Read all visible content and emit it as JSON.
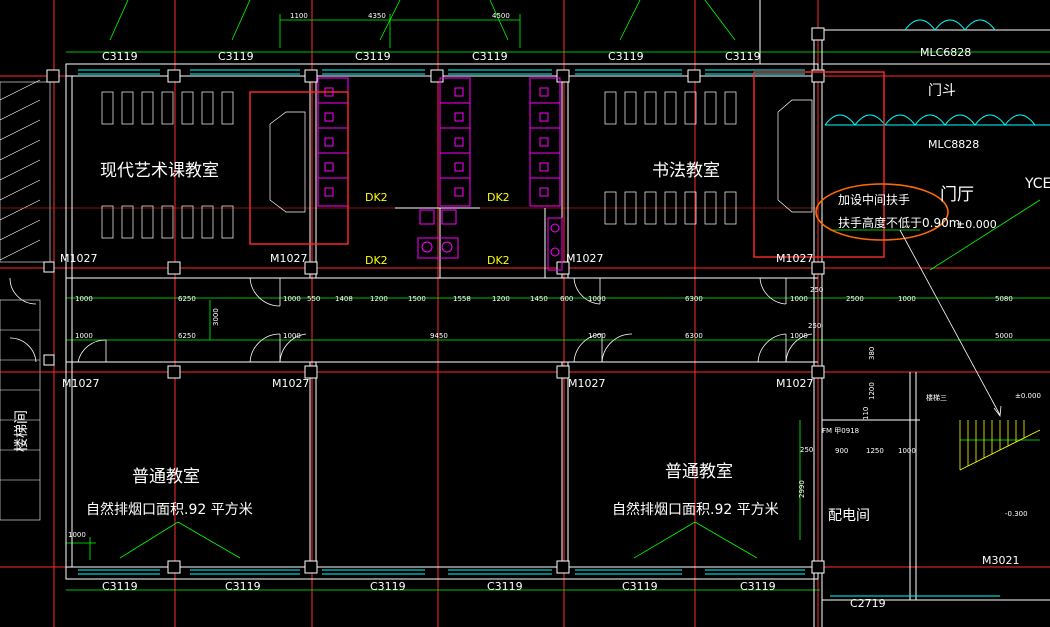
{
  "colors": {
    "background": "#000000",
    "wall": "#ffffff",
    "axis": "#ff2a2a",
    "dimension": "#00ff00",
    "window": "#00ffff",
    "fixture": "#ff00ff",
    "tag": "#ffff00",
    "markup": "#ff6a00"
  },
  "rooms": {
    "art": "现代艺术课教室",
    "calligraphy": "书法教室",
    "classroom_left": "普通教室",
    "classroom_right": "普通教室",
    "smoke_left": "自然排烟口面积.92  平方米",
    "smoke_right": "自然排烟口面积.92  平方米",
    "hall": "门厅",
    "power": "配电间",
    "stair": "楼梯间"
  },
  "windows": {
    "top": [
      "C3119",
      "C3119",
      "C3119",
      "C3119",
      "C3119",
      "C3119"
    ],
    "bottom": [
      "C3119",
      "C3119",
      "C3119",
      "C3119",
      "C3119",
      "C3119"
    ],
    "c2719": "C2719",
    "mlc6828": "MLC6828",
    "mlc8828": "MLC8828",
    "door_mark": "门斗",
    "yc": "YCE"
  },
  "doors": {
    "m1027": "M1027",
    "m3021": "M3021",
    "dk2": "DK2",
    "fm": "FM 甲0918"
  },
  "dimensions": {
    "top": [
      "1100",
      "4350",
      "4500"
    ],
    "row1": [
      "1000",
      "6250",
      "1000",
      "550",
      "1408",
      "1200",
      "1500",
      "1558",
      "1200",
      "1450",
      "600",
      "1000",
      "6300",
      "1000",
      "2500",
      "1000",
      "5080"
    ],
    "row2": [
      "1000",
      "6250",
      "1000",
      "9450",
      "1000",
      "6300",
      "1000",
      "250",
      "5000"
    ],
    "misc": [
      "3000",
      "250",
      "1000",
      "900",
      "1250",
      "1000",
      "2990",
      "250",
      "110",
      "1200",
      "380"
    ],
    "elevation": [
      "±0.000",
      "±0.000",
      "-0.300"
    ],
    "stair_label": "楼梯三"
  },
  "markup": {
    "line1": "加设中间扶手",
    "line2": "扶手高度不低于0.90m"
  }
}
